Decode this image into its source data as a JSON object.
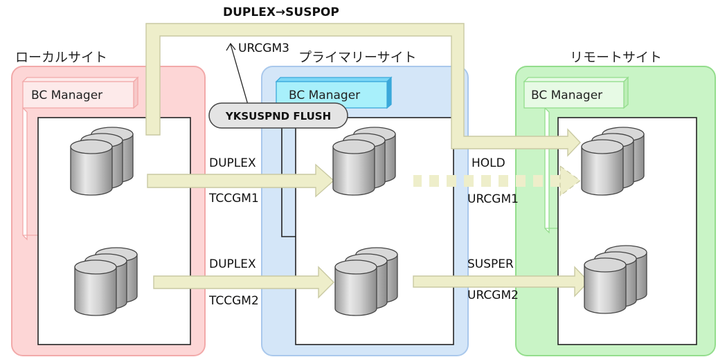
{
  "title": "DUPLEX→SUSPOP",
  "sites": {
    "local": {
      "label": "ローカルサイト",
      "manager": "BC Manager"
    },
    "primary": {
      "label": "プライマリーサイト",
      "manager": "BC Manager"
    },
    "remote": {
      "label": "リモートサイト",
      "manager": "BC Manager"
    }
  },
  "command": "YKSUSPND FLUSH",
  "urcgm3_label": "URCGM3",
  "links": {
    "tc1": {
      "status": "DUPLEX",
      "group": "TCCGM1"
    },
    "tc2": {
      "status": "DUPLEX",
      "group": "TCCGM2"
    },
    "ur1": {
      "status": "HOLD",
      "group": "URCGM1"
    },
    "ur2": {
      "status": "SUSPER",
      "group": "URCGM2"
    }
  },
  "colors": {
    "local_fill": "#fdd6d6",
    "local_border": "#f2a9a9",
    "primary_fill": "#d4e6f8",
    "primary_border": "#a9c8ec",
    "remote_fill": "#c9f4c6",
    "remote_border": "#93dd8c",
    "arrow_fill": "#eeeeca",
    "arrow_border": "#c9c9a2",
    "primary_manager_fill": "#a8f0fb",
    "primary_manager_shade": "#3aa8da"
  }
}
